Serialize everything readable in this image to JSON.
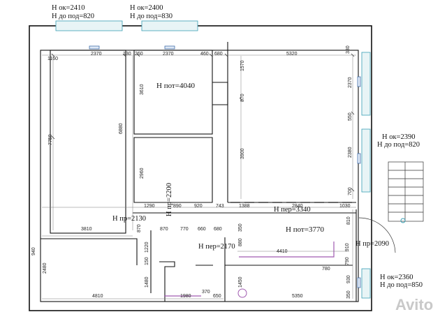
{
  "window_labels": [
    {
      "id": "win-1",
      "height": "Н ок=2410",
      "sill": "Н до под=820"
    },
    {
      "id": "win-2",
      "height": "Н ок=2400",
      "sill": "Н до под=830"
    },
    {
      "id": "win-3",
      "height": "Н ок=2390",
      "sill": "Н до под=820"
    },
    {
      "id": "win-4",
      "height": "Н ок=2360",
      "sill": "Н до под=850"
    }
  ],
  "ceiling_labels": [
    "Н пот=4040",
    "Н пот=3770"
  ],
  "opening_labels": [
    "Н пр=2130",
    "Н пр=2200",
    "Н пр=2090"
  ],
  "beam_labels": [
    "Н пер=3340",
    "Н пер=2170"
  ],
  "dims_top": [
    "1160",
    "2370",
    "130",
    "260",
    "2370",
    "460",
    "680",
    "5320",
    "330"
  ],
  "dims_left_column": [
    "7750",
    "6880",
    "3610",
    "2960"
  ],
  "dims_mid": [
    "1570",
    "870",
    "3900",
    "2370",
    "550",
    "2380",
    "700"
  ],
  "dims_row": [
    "1290",
    "890",
    "920",
    "743",
    "1388",
    "2840",
    "1030"
  ],
  "dims_lower": [
    "3810",
    "870",
    "870",
    "770",
    "660",
    "680",
    "810",
    "350",
    "880",
    "4410",
    "910",
    "790",
    "1220",
    "150",
    "940",
    "2480",
    "4810",
    "1480",
    "1980",
    "370",
    "650",
    "1450",
    "5350",
    "930",
    "350",
    "780"
  ],
  "watermark": "Avito"
}
